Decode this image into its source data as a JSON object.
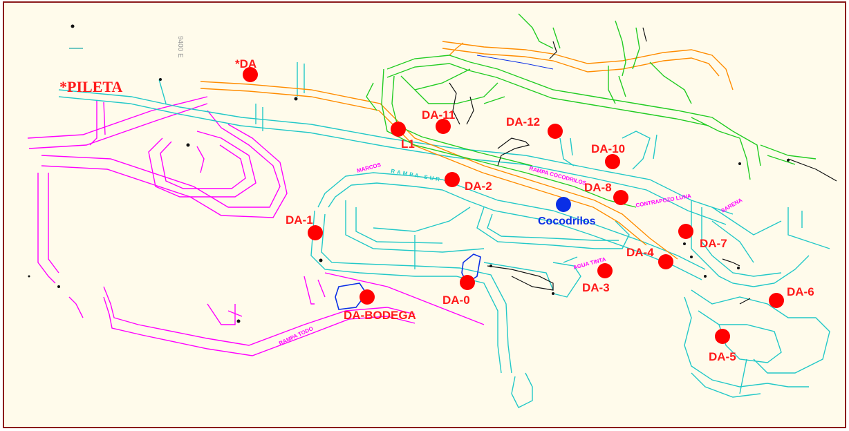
{
  "map": {
    "colors": {
      "background": "#fffbeb",
      "frame": "#8b1a1a",
      "marker": "#ff0000",
      "marker_label": "#ff1a1a",
      "cocodrilos": "#0a2ee6",
      "magenta": "#ff00ff",
      "cyan": "#22c8c8",
      "teal": "#1aa8a8",
      "orange": "#ff8c00",
      "green": "#22cc22",
      "dark": "#111111"
    },
    "grid_label": "9400 E",
    "markers": [
      {
        "id": "da",
        "label": "*DA"
      },
      {
        "id": "l1",
        "label": "L1"
      },
      {
        "id": "da-11",
        "label": "DA-11"
      },
      {
        "id": "da-12",
        "label": "DA-12"
      },
      {
        "id": "da-10",
        "label": "DA-10"
      },
      {
        "id": "da-2",
        "label": "DA-2"
      },
      {
        "id": "da-8",
        "label": "DA-8"
      },
      {
        "id": "da-1",
        "label": "DA-1"
      },
      {
        "id": "da-7",
        "label": "DA-7"
      },
      {
        "id": "da-4",
        "label": "DA-4"
      },
      {
        "id": "da-3",
        "label": "DA-3"
      },
      {
        "id": "da-0",
        "label": "DA-0"
      },
      {
        "id": "da-bodega",
        "label": "DA-BODEGA"
      },
      {
        "id": "da-6",
        "label": "DA-6"
      },
      {
        "id": "da-5",
        "label": "DA-5"
      }
    ],
    "pileta_label": "*PILETA",
    "cocodrilos": {
      "label": "Cocodrilos"
    },
    "tunnel_labels": {
      "rampa_sur": "RAMPA SUR",
      "marcos": "MARCOS",
      "rampa_cocodrilos": "RAMPA COCODRILOS",
      "agua_tinta": "AGUA TINTA",
      "rampa_todo": "RAMPA TODO",
      "contrapozo": "CONTRAPOZO LUNA",
      "sarena": "SARENA"
    }
  }
}
